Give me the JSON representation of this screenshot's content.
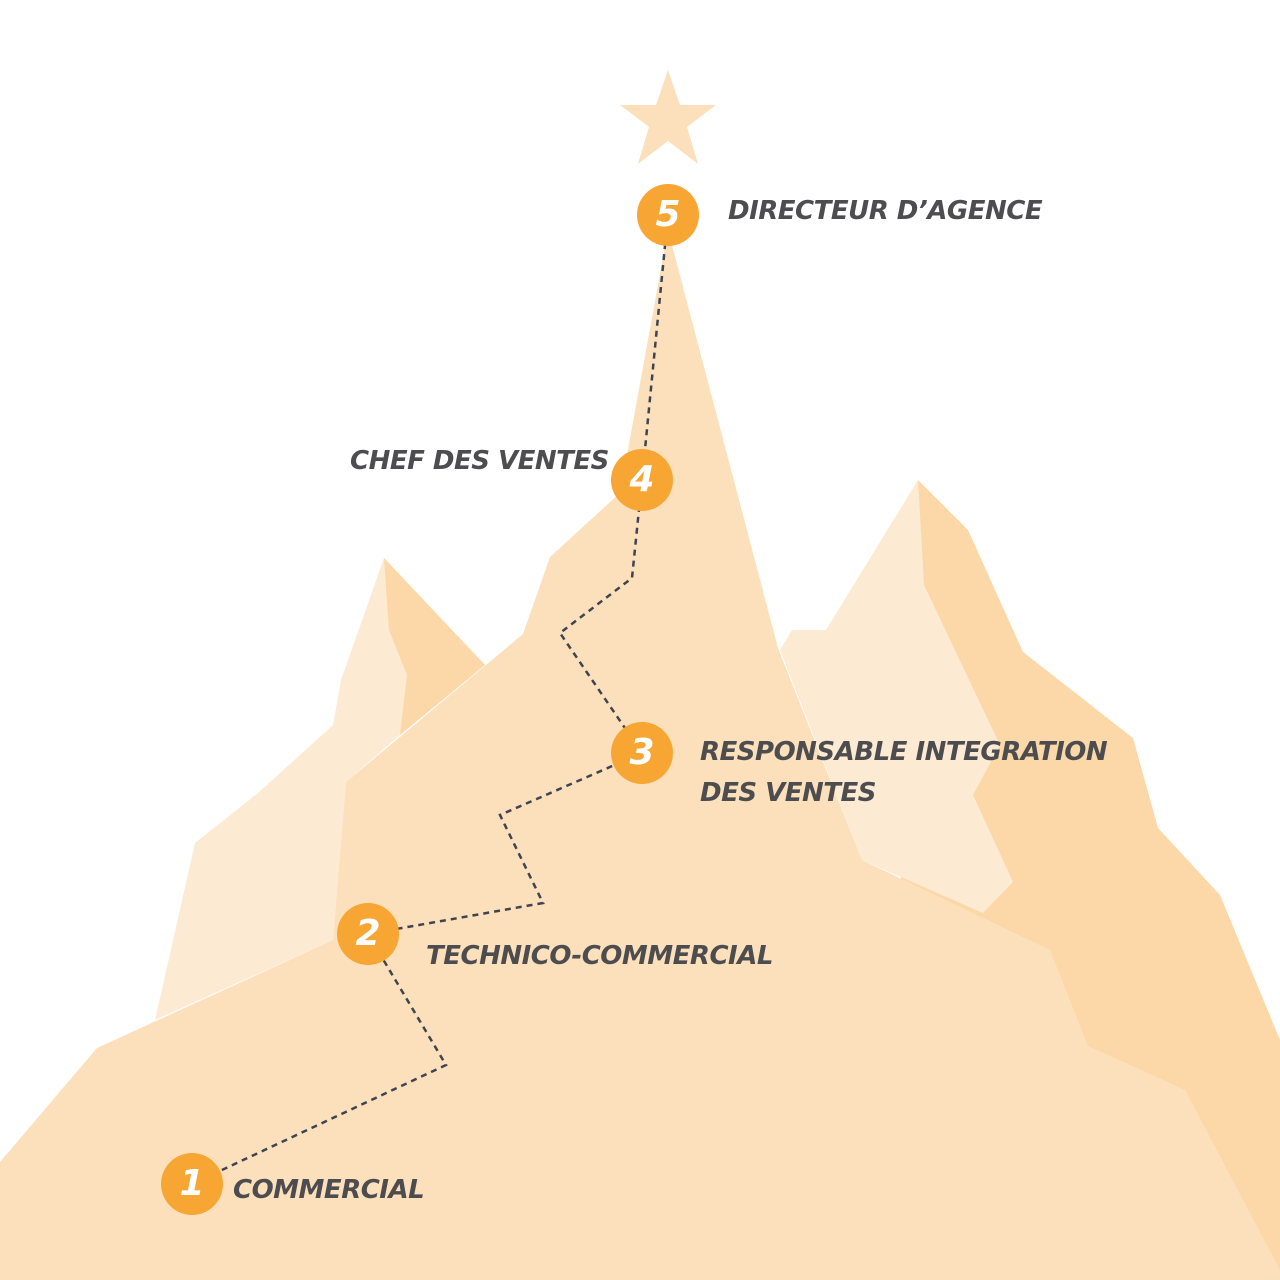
{
  "colors": {
    "mountain": "#FCE0BB",
    "light": "#FDEAD3",
    "shade": "#FCD8A8",
    "accent": "#F7A533",
    "text": "#4D4D4F"
  },
  "steps": [
    {
      "number": "1",
      "label": "COMMERCIAL"
    },
    {
      "number": "2",
      "label": "TECHNICO-COMMERCIAL"
    },
    {
      "number": "3",
      "label": "RESPONSABLE INTEGRATION",
      "label2": "DES VENTES"
    },
    {
      "number": "4",
      "label": "CHEF DES VENTES"
    },
    {
      "number": "5",
      "label": "DIRECTEUR D’AGENCE"
    }
  ],
  "top_icon": "star-icon"
}
